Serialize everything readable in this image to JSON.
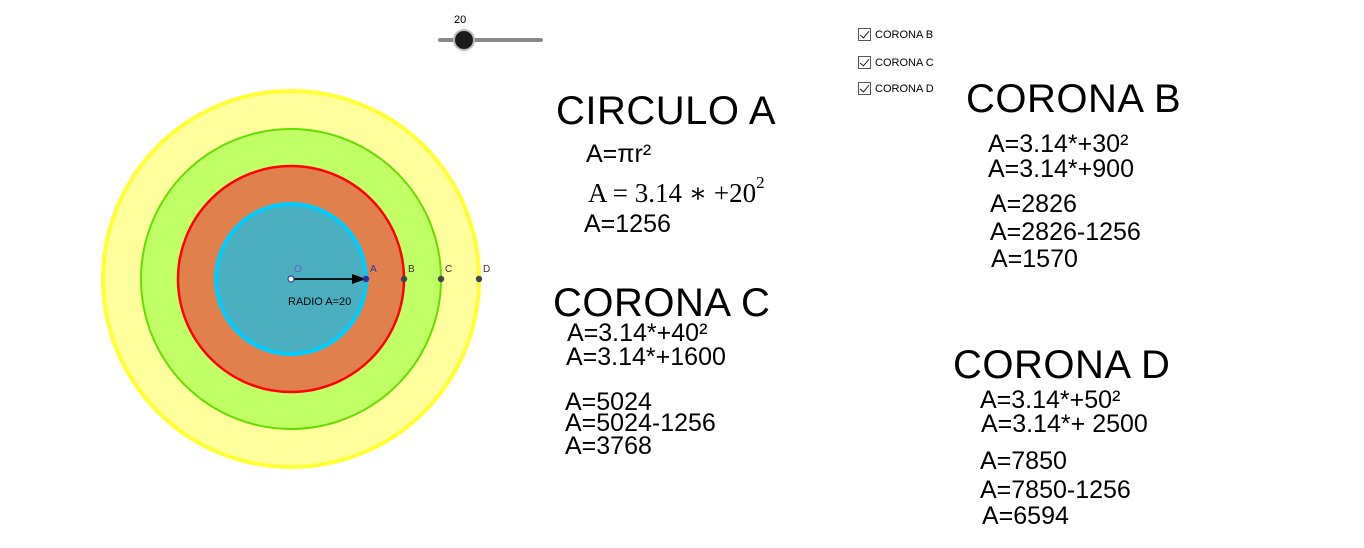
{
  "slider": {
    "value": "20",
    "fraction": 0.25
  },
  "checkboxes": [
    {
      "label": "CORONA B",
      "checked": true
    },
    {
      "label": "CORONA C",
      "checked": true
    },
    {
      "label": "CORONA D",
      "checked": true
    }
  ],
  "circle": {
    "points": [
      "A",
      "B",
      "C",
      "D"
    ],
    "center_label": "O",
    "radius_label": "RADIO A=20",
    "colors": {
      "circle_a": "#4bafc0",
      "circle_a_stroke": "#00ccff",
      "ring_b": "#e0814d",
      "ring_b_stroke": "#ff0000",
      "ring_c": "#c0ff66",
      "ring_c_stroke": "#66dd00",
      "ring_d": "#ffff9d",
      "ring_d_stroke": "#ffff33"
    }
  },
  "circulo_a": {
    "title": "CIRCULO A",
    "formula": "A=πr²",
    "substitution": "A = 3.14 ∗ +20",
    "exponent": "2",
    "result": "A=1256"
  },
  "corona_b": {
    "title": "CORONA B",
    "lines": [
      "A=3.14*+30²",
      "A=3.14*+900",
      "A=2826",
      "A=2826-1256",
      "A=1570"
    ]
  },
  "corona_c": {
    "title": "CORONA C",
    "lines": [
      "A=3.14*+40²",
      "A=3.14*+1600",
      "A=5024",
      "A=5024-1256",
      "A=3768"
    ]
  },
  "corona_d": {
    "title": "CORONA D",
    "lines": [
      "A=3.14*+50²",
      "A=3.14*+ 2500",
      "A=7850",
      "A=7850-1256",
      "A=6594"
    ]
  }
}
